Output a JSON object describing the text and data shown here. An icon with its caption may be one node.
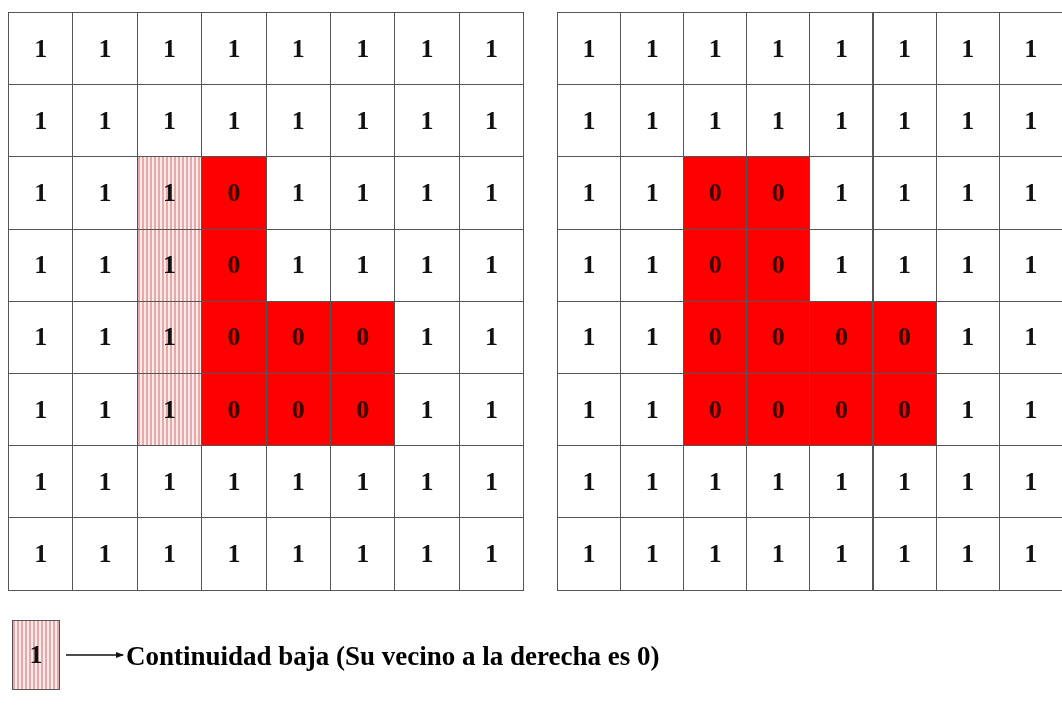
{
  "diagram": {
    "nodes": [
      {
        "text": [
          "1"
        ]
      },
      {
        "text": [
          "Continuidad baja (Su vecino a la derecha es 0)"
        ]
      }
    ],
    "edges": [
      {
        "from": 0,
        "to": 1,
        "arrow": "to"
      }
    ],
    "labels": [
      "1",
      "1",
      "1",
      "1",
      "1",
      "1",
      "1",
      "1",
      "1",
      "1",
      "1",
      "1",
      "1",
      "1",
      "1",
      "1",
      "1",
      "1",
      "1",
      "0",
      "1",
      "1",
      "1",
      "1",
      "1",
      "1",
      "1",
      "0",
      "1",
      "1",
      "1",
      "1",
      "1",
      "1",
      "1",
      "0",
      "0",
      "0",
      "1",
      "1",
      "1",
      "1",
      "1",
      "0",
      "0",
      "0",
      "1",
      "1",
      "1",
      "1",
      "1",
      "1",
      "1",
      "1",
      "1",
      "1",
      "1",
      "1",
      "1",
      "1",
      "1",
      "1",
      "1",
      "1",
      "1",
      "1",
      "1",
      "1",
      "1",
      "1",
      "1",
      "1",
      "1",
      "1",
      "1",
      "1",
      "1",
      "1",
      "1",
      "1",
      "1",
      "1",
      "0",
      "0",
      "1",
      "1",
      "1",
      "1",
      "1",
      "1",
      "0",
      "0",
      "1",
      "1",
      "1",
      "1",
      "1",
      "1",
      "0",
      "0",
      "0",
      "0",
      "1",
      "1",
      "1",
      "1",
      "0",
      "0",
      "0",
      "0",
      "1",
      "1",
      "1",
      "1",
      "1",
      "1",
      "1",
      "1",
      "1",
      "1",
      "1",
      "1",
      "1",
      "1",
      "1",
      "1",
      "1",
      "1"
    ]
  }
}
